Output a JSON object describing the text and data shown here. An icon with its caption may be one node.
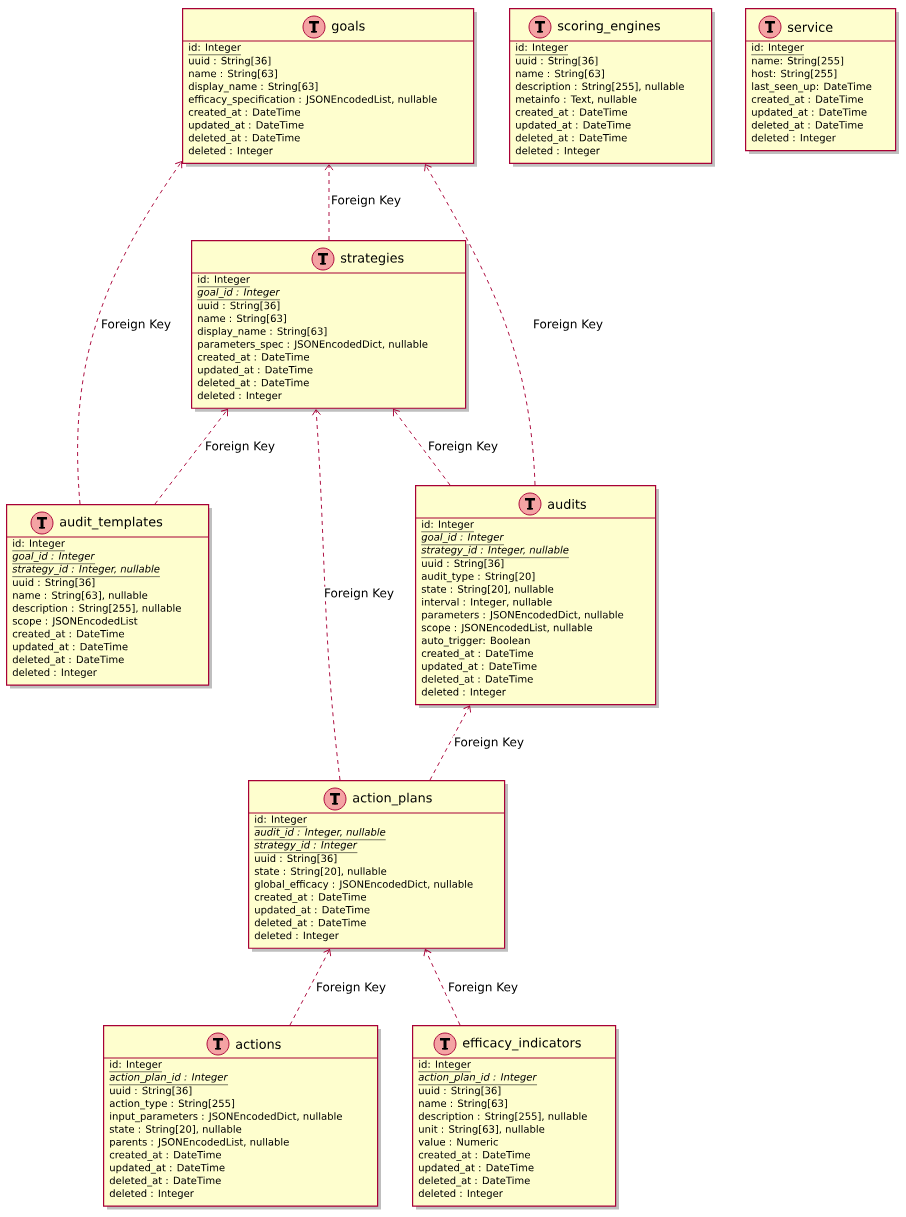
{
  "diagram": {
    "nodes": [
      {
        "text": [
          "goals",
          "id: Integer",
          "uuid : String[36]",
          "name : String[63]",
          "display_name : String[63]",
          "efficacy_specification : JSONEncodedList, nullable",
          "created_at : DateTime",
          "updated_at : DateTime",
          "deleted_at : DateTime",
          "deleted : Integer"
        ]
      },
      {
        "text": [
          "scoring_engines",
          "id: Integer",
          "uuid : String[36]",
          "name : String[63]",
          "description : String[255], nullable",
          "metainfo : Text, nullable",
          "created_at : DateTime",
          "updated_at : DateTime",
          "deleted_at : DateTime",
          "deleted : Integer"
        ]
      },
      {
        "text": [
          "service",
          "id: Integer",
          "name: String[255]",
          "host: String[255]",
          "last_seen_up: DateTime",
          "created_at : DateTime",
          "updated_at : DateTime",
          "deleted_at : DateTime",
          "deleted : Integer"
        ]
      },
      {
        "text": [
          "strategies",
          "id: Integer",
          "*goal_id : Integer*",
          "uuid : String[36]",
          "name : String[63]",
          "display_name : String[63]",
          "parameters_spec : JSONEncodedDict, nullable",
          "created_at : DateTime",
          "updated_at : DateTime",
          "deleted_at : DateTime",
          "deleted : Integer"
        ]
      },
      {
        "text": [
          "audit_templates",
          "id: Integer",
          "*goal_id : Integer*",
          "*strategy_id : Integer, nullable*",
          "uuid : String[36]",
          "name : String[63], nullable",
          "description : String[255], nullable",
          "scope : JSONEncodedList",
          "created_at : DateTime",
          "updated_at : DateTime",
          "deleted_at : DateTime",
          "deleted : Integer"
        ]
      },
      {
        "text": [
          "audits",
          "id: Integer",
          "*goal_id : Integer*",
          "*strategy_id : Integer, nullable*",
          "uuid : String[36]",
          "audit_type : String[20]",
          "state : String[20], nullable",
          "interval : Integer, nullable",
          "parameters : JSONEncodedDict, nullable",
          "scope : JSONEncodedList, nullable",
          "auto_trigger: Boolean",
          "created_at : DateTime",
          "updated_at : DateTime",
          "deleted_at : DateTime",
          "deleted : Integer"
        ]
      },
      {
        "text": [
          "action_plans",
          "id: Integer",
          "*audit_id : Integer, nullable*",
          "*strategy_id : Integer*",
          "uuid : String[36]",
          "state : String[20], nullable",
          "global_efficacy : JSONEncodedDict, nullable",
          "created_at : DateTime",
          "updated_at : DateTime",
          "deleted_at : DateTime",
          "deleted : Integer"
        ]
      },
      {
        "text": [
          "actions",
          "id: Integer",
          "*action_plan_id : Integer*",
          "uuid : String[36]",
          "action_type : String[255]",
          "input_parameters : JSONEncodedDict, nullable",
          "state : String[20], nullable",
          "parents : JSONEncodedList, nullable",
          "created_at : DateTime",
          "updated_at : DateTime",
          "deleted_at : DateTime",
          "deleted : Integer"
        ]
      },
      {
        "text": [
          "efficacy_indicators",
          "id: Integer",
          "*action_plan_id : Integer*",
          "uuid : String[36]",
          "name : String[63]",
          "description : String[255], nullable",
          "unit : String[63], nullable",
          "value : Numeric",
          "created_at : DateTime",
          "updated_at : DateTime",
          "deleted_at : DateTime",
          "deleted : Integer"
        ]
      }
    ],
    "edges": [
      {
        "from": 3,
        "to": 0,
        "arrow": "to",
        "style": "dashed",
        "label": "Foreign Key"
      },
      {
        "from": 4,
        "to": 0,
        "arrow": "to",
        "style": "dashed",
        "label": "Foreign Key"
      },
      {
        "from": 4,
        "to": 3,
        "arrow": "to",
        "style": "dashed",
        "label": "Foreign Key"
      },
      {
        "from": 5,
        "to": 0,
        "arrow": "to",
        "style": "dashed",
        "label": "Foreign Key"
      },
      {
        "from": 5,
        "to": 3,
        "arrow": "to",
        "style": "dashed",
        "label": "Foreign Key"
      },
      {
        "from": 6,
        "to": 3,
        "arrow": "to",
        "style": "dashed",
        "label": "Foreign Key"
      },
      {
        "from": 6,
        "to": 5,
        "arrow": "to",
        "style": "dashed",
        "label": "Foreign Key"
      },
      {
        "from": 7,
        "to": 6,
        "arrow": "to",
        "style": "dashed",
        "label": "Foreign Key"
      },
      {
        "from": 8,
        "to": 6,
        "arrow": "to",
        "style": "dashed",
        "label": "Foreign Key"
      }
    ]
  }
}
